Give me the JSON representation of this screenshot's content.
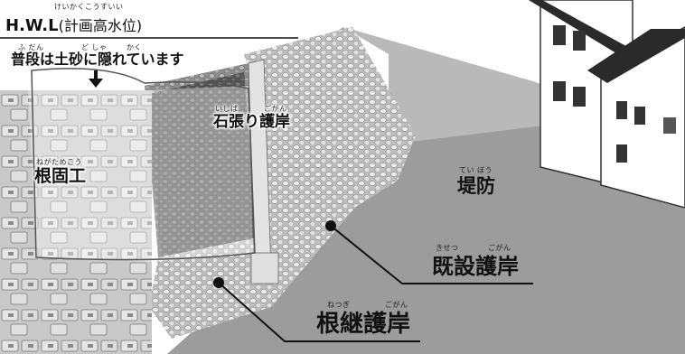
{
  "hwl": {
    "main": "H.W.L",
    "paren": "(計画高水位)",
    "ruby": "けいかくこうすいい"
  },
  "hidden_note": {
    "text": "普段は土砂に隠れています",
    "ruby_fudan": "ふ だん",
    "ruby_dosha": "ど しゃ",
    "ruby_kaku": "かく"
  },
  "labels": {
    "negatame": {
      "text": "根固工",
      "ruby": "ねがためこう"
    },
    "ishibari": {
      "text": "石張り護岸",
      "ruby_ishi": "いしば",
      "ruby_gogan": "ごがん"
    },
    "teibo": {
      "text": "堤防",
      "ruby": "てい ぼう"
    },
    "kisetsu": {
      "text": "既設護岸",
      "ruby_kisetsu": "きせつ",
      "ruby_gogan": "ごがん"
    },
    "netsugi": {
      "text": "根継護岸",
      "ruby_netsugi": "ねつぎ",
      "ruby_gogan": "ごがん"
    }
  },
  "colors": {
    "embankment": "#9a9a9a",
    "stone_dark": "#3a3a3a",
    "stone_light": "#d6d6d6",
    "blocks": "#d8d8d8",
    "house": "#ffffff"
  }
}
